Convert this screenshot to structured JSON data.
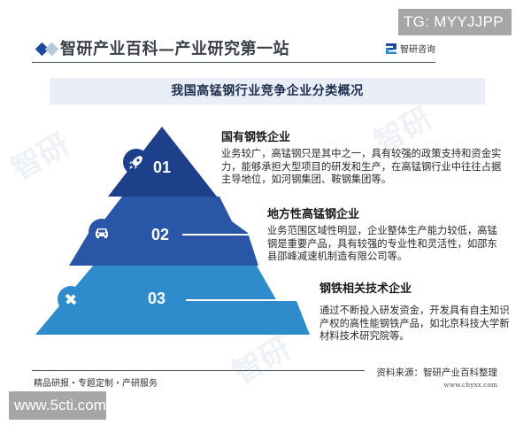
{
  "top_badge": "TG: MYYJJPP",
  "header": {
    "title": "智研产业百科—产业研究第一站",
    "brand": "智研咨询"
  },
  "banner": {
    "title": "我国高锰钢行业竞争企业分类概况"
  },
  "colors": {
    "tier1": "#1e3f8a",
    "tier2": "#2a56a8",
    "tier3": "#2e8ccd",
    "header_accent": "#1f4b9c"
  },
  "pyramid": {
    "tiers": [
      {
        "number": "01",
        "icon": "rocket-icon",
        "heading": "国有钢铁企业",
        "body": "业务较广，高锰钢只是其中之一，具有较强的政策支持和资金实力，能够承担大型项目的研发和生产，在高锰钢行业中往往占据主导地位，如河钢集团、鞍钢集团等。"
      },
      {
        "number": "02",
        "icon": "car-icon",
        "heading": "地方性高锰钢企业",
        "body": "业务范围区域性明显，企业整体生产能力较低，高锰钢是重要产品，具有较强的专业性和灵活性，如邵东县邵峰减速机制造有限公司等。"
      },
      {
        "number": "03",
        "icon": "satellite-icon",
        "heading": "钢铁相关技术企业",
        "body": "通过不断投入研发资金，开发具有自主知识产权的高性能钢铁产品，如北京科技大学新材料技术研究院等。"
      }
    ]
  },
  "footer": {
    "tagline": "精品研报・专题定制・产研服务",
    "source": "资料来源：智研产业百科整理",
    "url": "www.chyxx.com"
  },
  "bottom_badge": "www.5cti.com"
}
